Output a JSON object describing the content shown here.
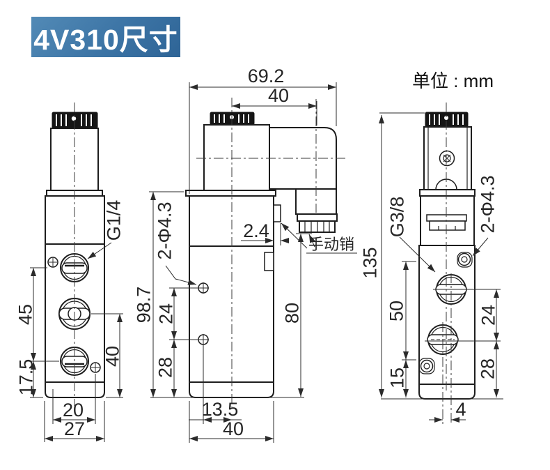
{
  "title": "4V310尺寸",
  "unit_label": "单位 : mm",
  "colors": {
    "badge_blue_light": "#528ab6",
    "badge_blue_dark": "#2e6496",
    "line": "#1d1d1d",
    "background": "#ffffff"
  },
  "views": {
    "front": {
      "thread_label": "G1/4",
      "dim_45": "45",
      "dim_17_5": "17.5",
      "dim_40": "40",
      "dim_20": "20",
      "dim_27": "27"
    },
    "side": {
      "dim_69_2": "69.2",
      "dim_40_top": "40",
      "hole_label": "2-Φ4.3",
      "dim_98_7": "98.7",
      "dim_24": "24",
      "dim_28": "28",
      "dim_80": "80",
      "dim_2_4": "2.4",
      "manual_pin_label": "手动销",
      "dim_13_5": "13.5",
      "dim_40_bottom": "40"
    },
    "back": {
      "dim_135": "135",
      "thread_label": "G3/8",
      "hole_label": "2-Φ4.3",
      "dim_50": "50",
      "dim_15": "15",
      "dim_24": "24",
      "dim_28": "28",
      "dim_4": "4"
    }
  }
}
